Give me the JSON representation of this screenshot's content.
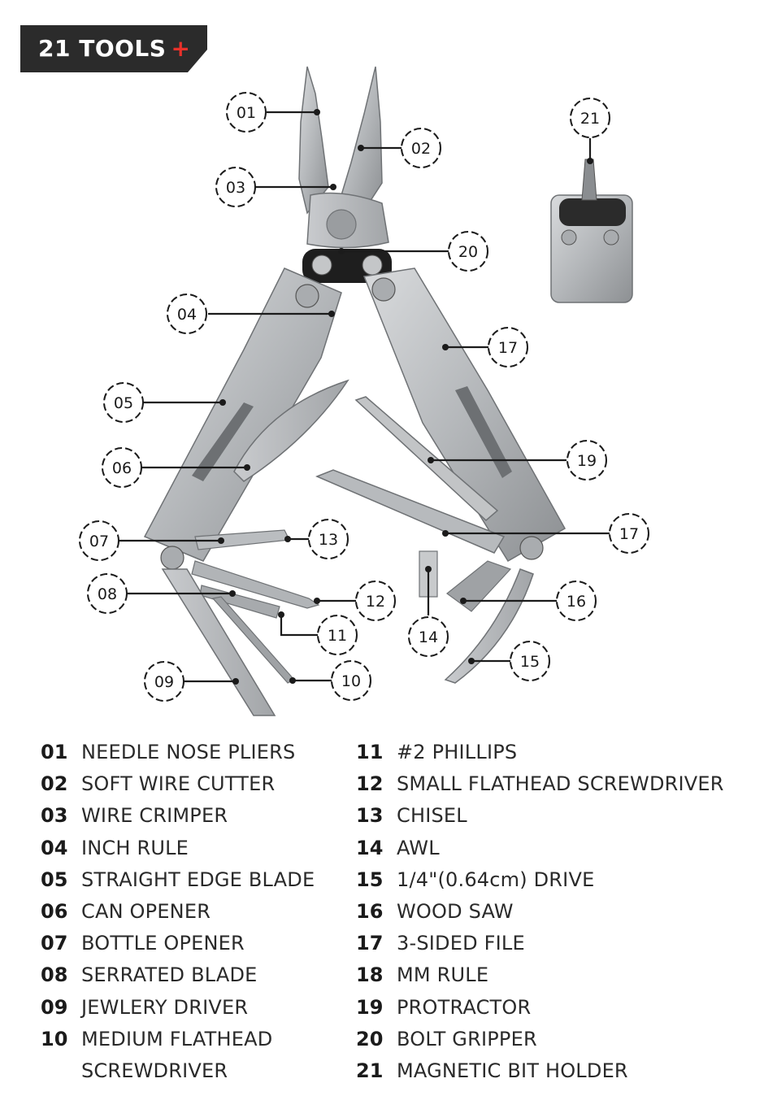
{
  "header": {
    "title": "21 TOOLS",
    "plus": "+"
  },
  "colors": {
    "banner_bg": "#2b2b2b",
    "accent": "#e8312a",
    "steel": "#b9bcbf",
    "steel_dark": "#8a8d90"
  },
  "callouts": [
    "01",
    "02",
    "03",
    "04",
    "05",
    "06",
    "07",
    "08",
    "09",
    "10",
    "11",
    "12",
    "13",
    "14",
    "15",
    "16",
    "17",
    "17",
    "19",
    "20",
    "21"
  ],
  "tools": [
    {
      "num": "01",
      "name": "NEEDLE NOSE PLIERS"
    },
    {
      "num": "02",
      "name": "SOFT WIRE CUTTER"
    },
    {
      "num": "03",
      "name": "WIRE CRIMPER"
    },
    {
      "num": "04",
      "name": "INCH RULE"
    },
    {
      "num": "05",
      "name": "STRAIGHT EDGE BLADE"
    },
    {
      "num": "06",
      "name": "CAN OPENER"
    },
    {
      "num": "07",
      "name": "BOTTLE OPENER"
    },
    {
      "num": "08",
      "name": "SERRATED BLADE"
    },
    {
      "num": "09",
      "name": "JEWLERY DRIVER"
    },
    {
      "num": "10",
      "name": "MEDIUM FLATHEAD",
      "name2": "SCREWDRIVER"
    },
    {
      "num": "11",
      "name": "#2 PHILLIPS"
    },
    {
      "num": "12",
      "name": "SMALL FLATHEAD SCREWDRIVER"
    },
    {
      "num": "13",
      "name": "CHISEL"
    },
    {
      "num": "14",
      "name": "AWL"
    },
    {
      "num": "15",
      "name": "1/4\"(0.64cm) DRIVE"
    },
    {
      "num": "16",
      "name": "WOOD SAW"
    },
    {
      "num": "17",
      "name": "3-SIDED FILE"
    },
    {
      "num": "18",
      "name": "MM RULE"
    },
    {
      "num": "19",
      "name": "PROTRACTOR"
    },
    {
      "num": "20",
      "name": "BOLT GRIPPER"
    },
    {
      "num": "21",
      "name": "MAGNETIC BIT HOLDER"
    }
  ]
}
